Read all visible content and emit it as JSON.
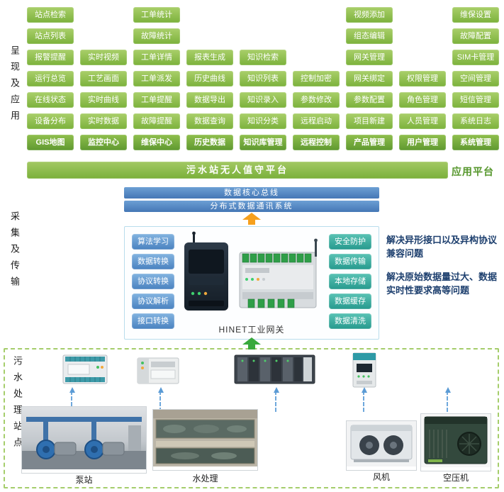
{
  "side_labels": {
    "presentation": "呈现及应用",
    "transmission": "采集及传输",
    "stations": "污水处理站点"
  },
  "app_grid": {
    "columns": [
      {
        "header": "GIS地图",
        "items": [
          "站点检索",
          "站点列表",
          "报警提醒",
          "运行总览",
          "在线状态",
          "设备分布"
        ]
      },
      {
        "header": "监控中心",
        "items": [
          "实时视频",
          "工艺画面",
          "实时曲线",
          "实时数据"
        ]
      },
      {
        "header": "维保中心",
        "items": [
          "工单统计",
          "故障统计",
          "工单详情",
          "工单派发",
          "工单提醒",
          "故障提醒"
        ]
      },
      {
        "header": "历史数据",
        "items": [
          "报表生成",
          "历史曲线",
          "数据导出",
          "数据查询"
        ]
      },
      {
        "header": "知识库管理",
        "items": [
          "知识检索",
          "知识列表",
          "知识录入",
          "知识分类"
        ]
      },
      {
        "header": "远程控制",
        "items": [
          "控制加密",
          "参数修改",
          "远程启动"
        ]
      },
      {
        "header": "产品管理",
        "items": [
          "视频添加",
          "组态编辑",
          "网关管理",
          "网关绑定",
          "参数配置",
          "项目新建"
        ]
      },
      {
        "header": "用户管理",
        "items": [
          "权限管理",
          "角色管理",
          "人员管理"
        ]
      },
      {
        "header": "系统管理",
        "items": [
          "维保设置",
          "故障配置",
          "SIM卡管理",
          "空间管理",
          "短信管理",
          "系统日志"
        ]
      }
    ]
  },
  "platform_bar": {
    "label": "污水站无人值守平台"
  },
  "platform_tag": "应用平台",
  "bus_bars": [
    "数据核心总线",
    "分布式数据通讯系统"
  ],
  "gateway": {
    "left_functions": [
      "算法学习",
      "数据转换",
      "协议转换",
      "协议解析",
      "接口转换"
    ],
    "right_functions": [
      "安全防护",
      "数据传输",
      "本地存储",
      "数据缓存",
      "数据清洗"
    ],
    "label": "HINET工业网关"
  },
  "notes": [
    "解决异形接口以及异构协议兼容问题",
    "解决原始数据量过大、数据实时性要求高等问题"
  ],
  "equipment": {
    "items": [
      {
        "label": "泵站"
      },
      {
        "label": "水处理"
      },
      {
        "label": "风机"
      },
      {
        "label": "空压机"
      }
    ]
  },
  "icons": {
    "flow_up_orange": "up-arrow",
    "flow_up_green": "up-arrow",
    "connector": "dashed-up-arrow"
  },
  "colors": {
    "green_button": "#7cb23c",
    "green_header": "#5f9930",
    "platform_green": "#7ab03a",
    "tag_green": "#55962b",
    "blue_bar": "#4577b5",
    "blue_button": "#4a82c0",
    "teal_button": "#279a8e",
    "note_text": "#1d3f6e",
    "dashed_zone": "#a5cd6b",
    "connector_blue": "#5b9bd5",
    "arrow_orange": "#f6a01d",
    "arrow_green": "#39a93c"
  }
}
